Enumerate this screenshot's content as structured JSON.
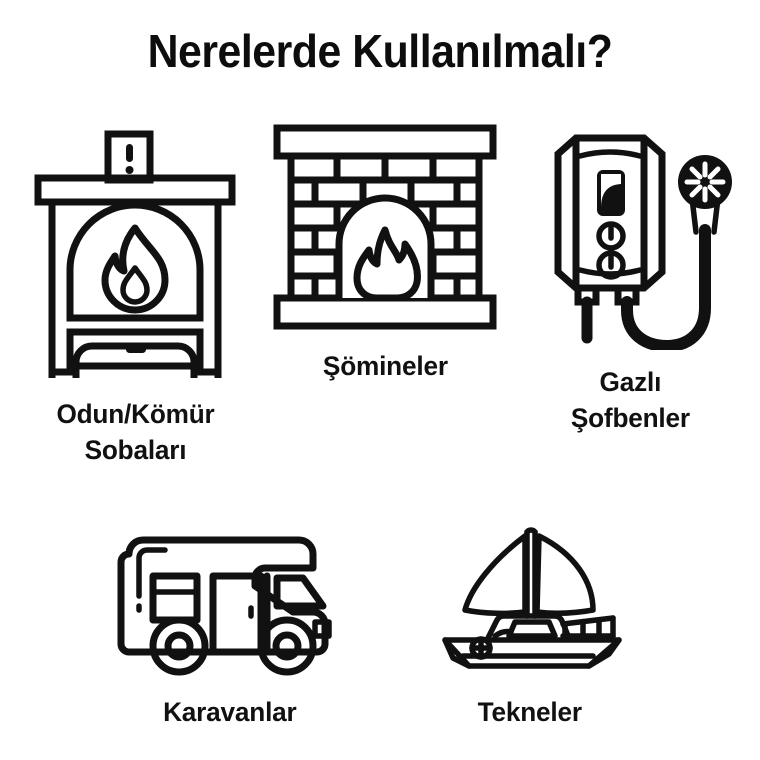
{
  "page": {
    "title": "Nerelerde Kullanılmalı?",
    "background_color": "#ffffff",
    "ink_color": "#111111"
  },
  "items": [
    {
      "id": "wood-coal-stove",
      "icon": "wood-coal-stove-icon",
      "label": "Odun/Kömür\nSobaları"
    },
    {
      "id": "fireplaces",
      "icon": "fireplace-icon",
      "label": "Şömineler"
    },
    {
      "id": "gas-water-heaters",
      "icon": "gas-water-heater-icon",
      "label": "Gazlı\nŞofbenler"
    },
    {
      "id": "caravans",
      "icon": "caravan-icon",
      "label": "Karavanlar"
    },
    {
      "id": "boats",
      "icon": "boat-icon",
      "label": "Tekneler"
    }
  ]
}
